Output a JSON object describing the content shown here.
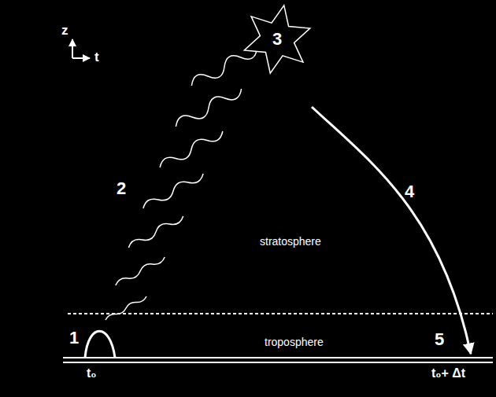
{
  "diagram": {
    "nodes": [
      {
        "text": [
          "3"
        ]
      }
    ],
    "labels": [
      "z",
      "t",
      "1",
      "2",
      "4",
      "5",
      "stratosphere",
      "troposphere",
      "t₀",
      "t₀+ Δt"
    ]
  }
}
